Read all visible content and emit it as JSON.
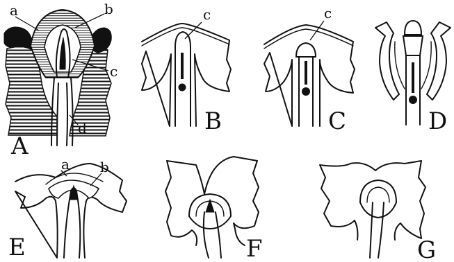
{
  "panels": [
    {
      "id": "A",
      "label": "A",
      "callouts": [
        "a",
        "b",
        "c",
        "d"
      ]
    },
    {
      "id": "B",
      "label": "B",
      "callouts": [
        "c"
      ]
    },
    {
      "id": "C",
      "label": "C",
      "callouts": [
        "c"
      ]
    },
    {
      "id": "D",
      "label": "D",
      "callouts": []
    },
    {
      "id": "E",
      "label": "E",
      "callouts": [
        "a",
        "b"
      ]
    },
    {
      "id": "F",
      "label": "F",
      "callouts": []
    },
    {
      "id": "G",
      "label": "G",
      "callouts": []
    }
  ],
  "colors": {
    "ink": "#111111",
    "paper": "#ffffff"
  }
}
